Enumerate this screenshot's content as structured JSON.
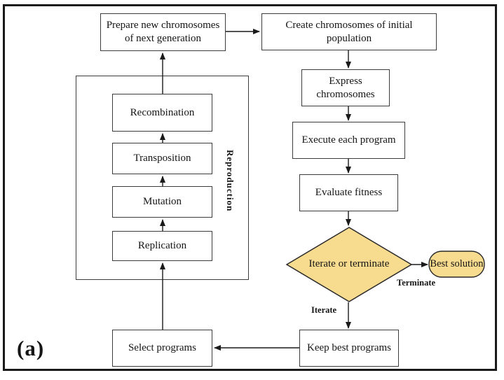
{
  "figure_label": "(a)",
  "colors": {
    "highlight_fill": "#F7DB8E",
    "line": "#1a1a1a",
    "box_border": "#3c3c3c"
  },
  "nodes": {
    "prepare": "Prepare new chromosomes of next generation",
    "create": "Create chromosomes of initial population",
    "express": "Express chromosomes",
    "execute": "Execute each program",
    "evaluate": "Evaluate fitness",
    "decision": "Iterate or terminate",
    "best": "Best solution",
    "keep": "Keep best programs",
    "select": "Select programs",
    "recombination": "Recombination",
    "transposition": "Transposition",
    "mutation": "Mutation",
    "replication": "Replication"
  },
  "group": {
    "label": "Reproduction"
  },
  "edge_labels": {
    "terminate": "Terminate",
    "iterate": "Iterate"
  },
  "edges": [
    {
      "from": "prepare",
      "to": "create"
    },
    {
      "from": "create",
      "to": "express"
    },
    {
      "from": "express",
      "to": "execute"
    },
    {
      "from": "execute",
      "to": "evaluate"
    },
    {
      "from": "evaluate",
      "to": "decision"
    },
    {
      "from": "decision",
      "to": "best",
      "label": "Terminate"
    },
    {
      "from": "decision",
      "to": "keep",
      "label": "Iterate"
    },
    {
      "from": "keep",
      "to": "select"
    },
    {
      "from": "select",
      "to": "replication"
    },
    {
      "from": "replication",
      "to": "mutation"
    },
    {
      "from": "mutation",
      "to": "transposition"
    },
    {
      "from": "transposition",
      "to": "recombination"
    },
    {
      "from": "recombination",
      "to": "prepare"
    }
  ]
}
